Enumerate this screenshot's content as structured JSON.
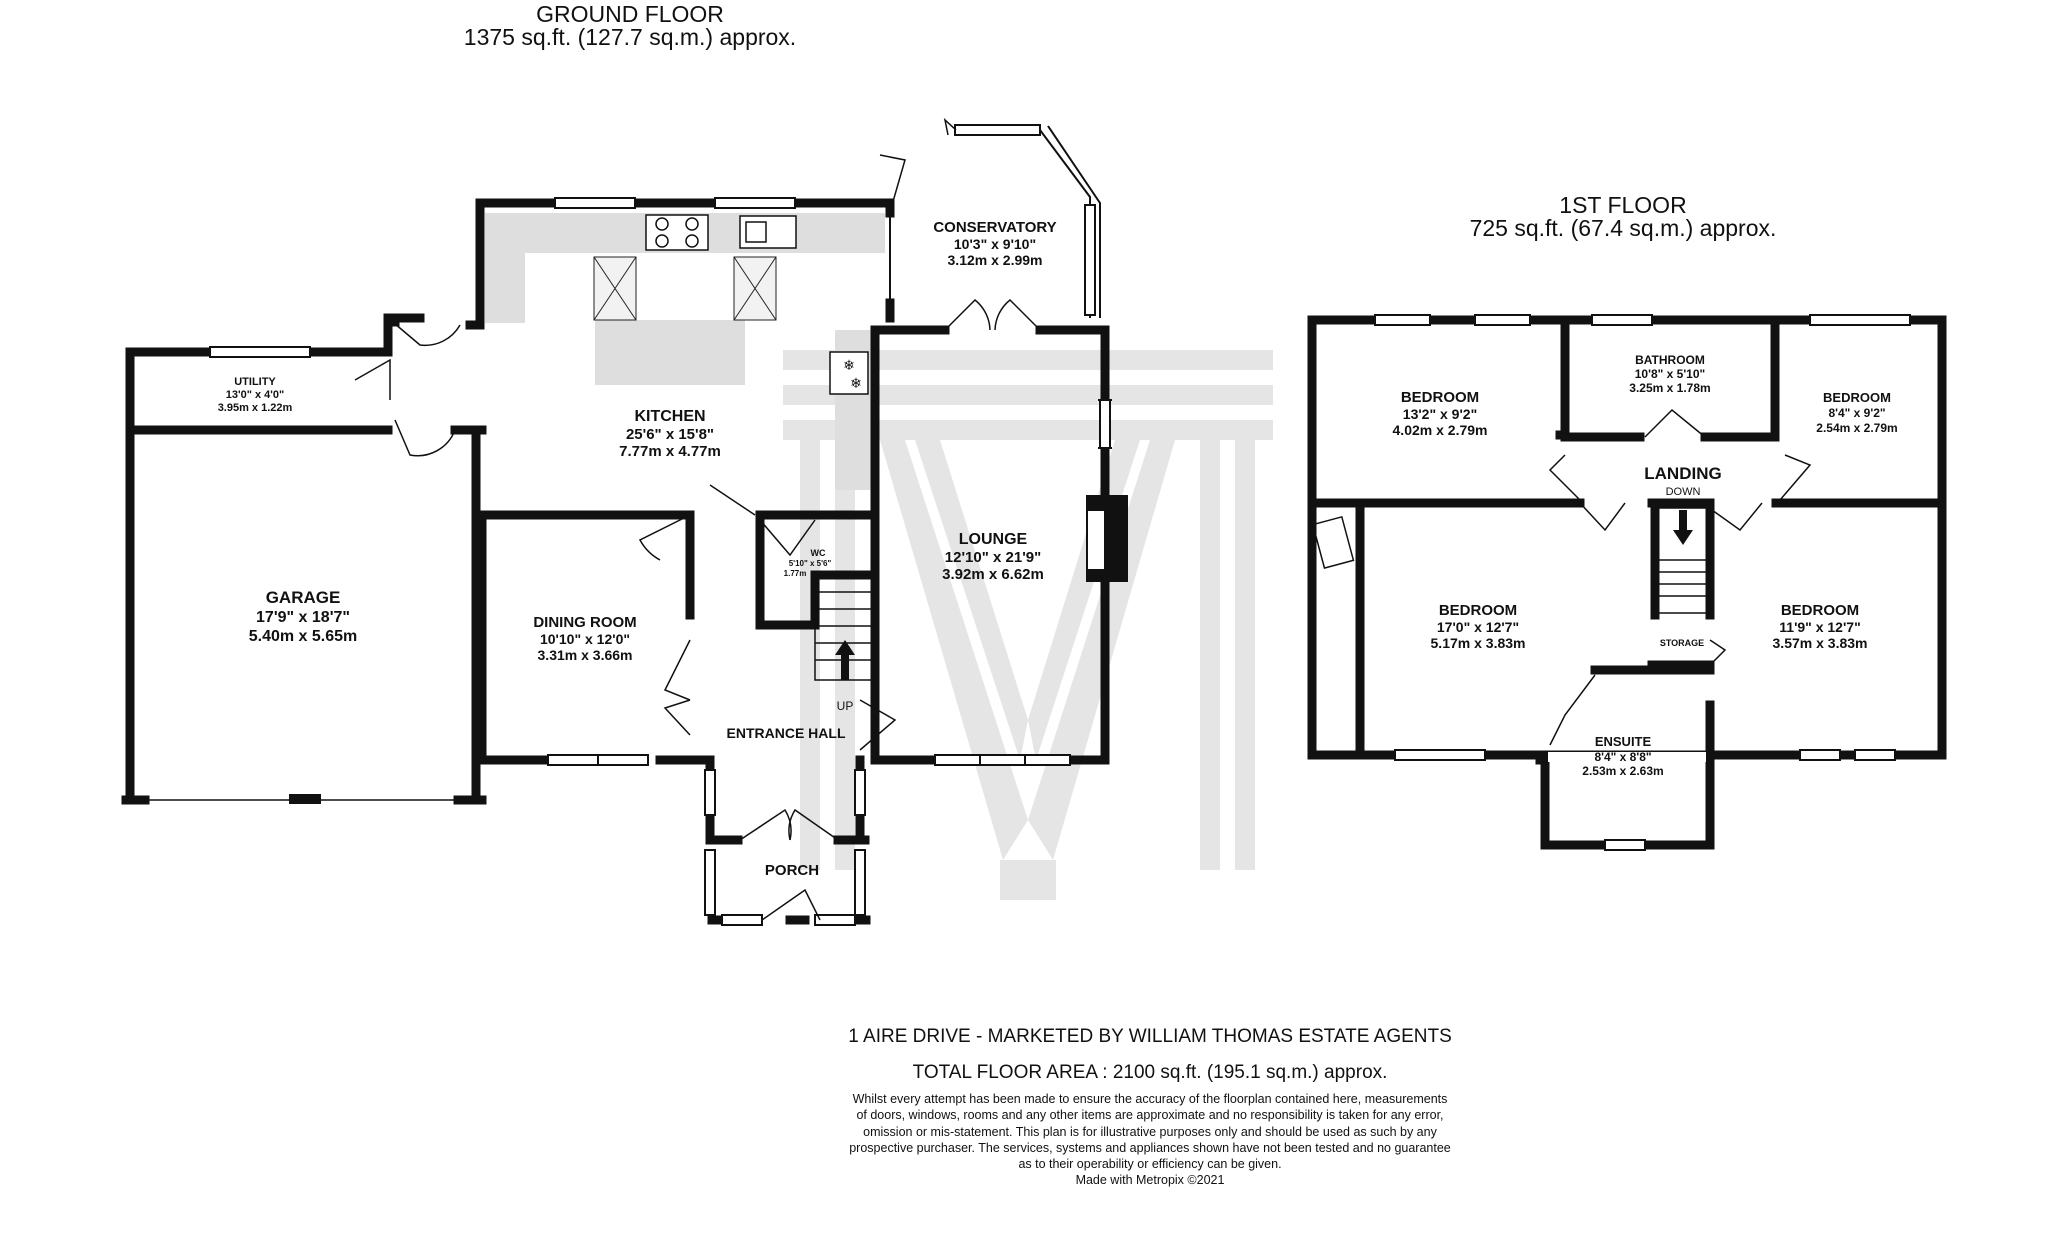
{
  "ground_floor": {
    "title": "GROUND FLOOR",
    "area": "1375 sq.ft. (127.7 sq.m.) approx.",
    "rooms": {
      "conservatory": {
        "name": "CONSERVATORY",
        "imperial": "10'3\" x 9'10\"",
        "metric": "3.12m x 2.99m"
      },
      "utility": {
        "name": "UTILITY",
        "imperial": "13'0\" x 4'0\"",
        "metric": "3.95m x 1.22m"
      },
      "kitchen": {
        "name": "KITCHEN",
        "imperial": "25'6\" x 15'8\"",
        "metric": "7.77m x 4.77m"
      },
      "lounge": {
        "name": "LOUNGE",
        "imperial": "12'10\" x 21'9\"",
        "metric": "3.92m x 6.62m"
      },
      "wc": {
        "name": "WC",
        "imperial": "5'10\" x 5'6\"",
        "metric": "1.77m"
      },
      "garage": {
        "name": "GARAGE",
        "imperial": "17'9\" x 18'7\"",
        "metric": "5.40m x 5.65m"
      },
      "dining": {
        "name": "DINING ROOM",
        "imperial": "10'10\" x 12'0\"",
        "metric": "3.31m x 3.66m"
      },
      "entrance": {
        "name": "ENTRANCE HALL"
      },
      "porch": {
        "name": "PORCH"
      }
    },
    "stair_label": "UP"
  },
  "first_floor": {
    "title": "1ST FLOOR",
    "area": "725 sq.ft. (67.4 sq.m.) approx.",
    "rooms": {
      "bedroom_nw": {
        "name": "BEDROOM",
        "imperial": "13'2\" x 9'2\"",
        "metric": "4.02m x 2.79m"
      },
      "bathroom": {
        "name": "BATHROOM",
        "imperial": "10'8\" x 5'10\"",
        "metric": "3.25m x 1.78m"
      },
      "bedroom_ne": {
        "name": "BEDROOM",
        "imperial": "8'4\" x 9'2\"",
        "metric": "2.54m x 2.79m"
      },
      "landing": {
        "name": "LANDING"
      },
      "bedroom_sw": {
        "name": "BEDROOM",
        "imperial": "17'0\" x 12'7\"",
        "metric": "5.17m x 3.83m"
      },
      "bedroom_se": {
        "name": "BEDROOM",
        "imperial": "11'9\" x 12'7\"",
        "metric": "3.57m x 3.83m"
      },
      "storage": {
        "name": "STORAGE"
      },
      "ensuite": {
        "name": "ENSUITE",
        "imperial": "8'4\" x 8'8\"",
        "metric": "2.53m x 2.63m"
      }
    },
    "stair_label": "DOWN"
  },
  "footer": {
    "property": "1 AIRE DRIVE - MARKETED BY WILLIAM THOMAS ESTATE AGENTS",
    "total_area": "TOTAL FLOOR AREA : 2100 sq.ft. (195.1 sq.m.) approx.",
    "disclaimer": [
      "Whilst every attempt has been made to ensure the accuracy of the floorplan contained here, measurements",
      "of doors, windows, rooms and any other items are approximate and no responsibility is taken for any error,",
      "omission or mis-statement. This plan is for illustrative purposes only and should be used as such by any",
      "prospective purchaser. The services, systems and appliances shown have not been tested and no guarantee",
      "as to their operability or efficiency can be given."
    ],
    "made_with": "Made with Metropix ©2021"
  },
  "colors": {
    "wall": "#111111",
    "worktop": "#dedede",
    "watermark": "#e4e4e4"
  }
}
